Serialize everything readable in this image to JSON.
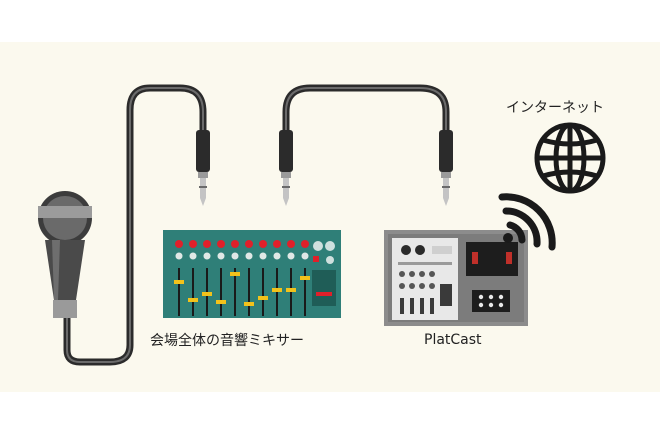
{
  "labels": {
    "mixer": "会場全体の音響ミキサー",
    "platcast": "PlatCast",
    "internet": "インターネット"
  },
  "colors": {
    "background": "#fbf9ee",
    "mixer_body": "#2f7f78",
    "cable": "#2b2b2b",
    "knob_red": "#e0202a",
    "fader_yellow": "#f2c21b",
    "platcast_frame": "#8c8c8c",
    "platcast_panel": "#e8e8e8",
    "screen_red": "#c0302a"
  },
  "icons": {
    "microphone": "microphone-icon",
    "globe": "globe-icon",
    "wifi": "wifi-signal-icon",
    "jack": "audio-jack-icon"
  }
}
